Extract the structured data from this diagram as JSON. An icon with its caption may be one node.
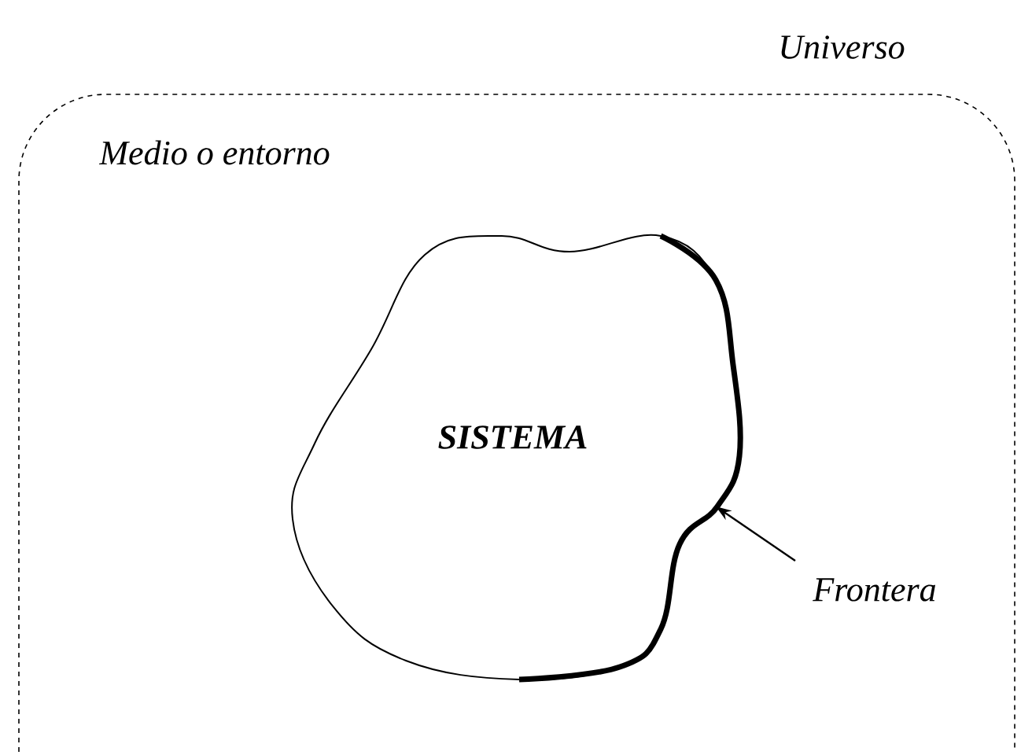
{
  "diagram": {
    "nodes": [
      {
        "text": [
          "Universo"
        ]
      },
      {
        "text": [
          "SISTEMA"
        ],
        "in": 0
      },
      {
        "text": [
          "Frontera"
        ],
        "in": 0
      }
    ],
    "edges": [
      {
        "from": 2,
        "to": 1,
        "arrow": "to"
      }
    ],
    "labels": [
      "Medio o entorno"
    ]
  }
}
